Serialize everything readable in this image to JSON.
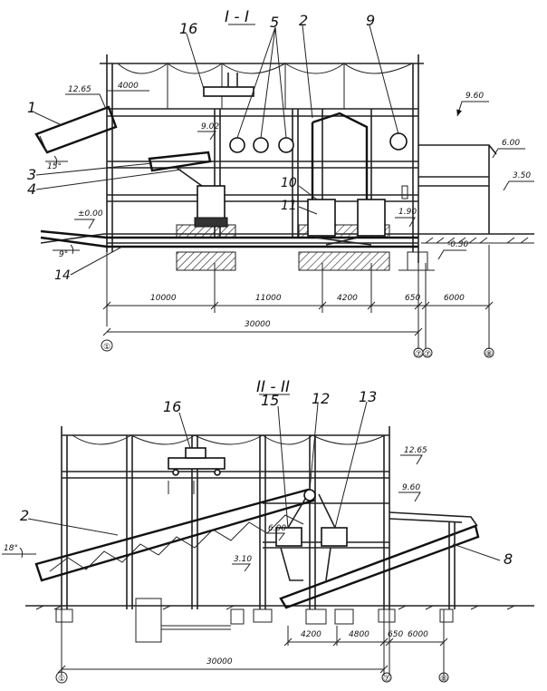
{
  "section_top": {
    "title": "I - I",
    "callouts": [
      "1",
      "16",
      "5",
      "2",
      "9",
      "3",
      "4",
      "10",
      "11",
      "14"
    ],
    "levels": [
      "12.65",
      "9.60",
      "6.00",
      "3.50",
      "-0.30",
      "9.02",
      "1.90",
      "±0.00"
    ],
    "angles": [
      "15°",
      "9°"
    ],
    "dimensions": [
      "4000",
      "10000",
      "11000",
      "4200",
      "650",
      "6000",
      "30000"
    ],
    "axes": [
      "①",
      "⑦",
      "⑦",
      "⑧"
    ]
  },
  "section_bottom": {
    "title": "II - II",
    "callouts": [
      "16",
      "15",
      "12",
      "13",
      "2",
      "8"
    ],
    "levels": [
      "12.65",
      "9.60",
      "6.00",
      "3.10"
    ],
    "angles": [
      "18°"
    ],
    "dimensions": [
      "4200",
      "4800",
      "650",
      "6000",
      "30000"
    ],
    "axes": [
      "①",
      "⑦",
      "⑧"
    ]
  }
}
